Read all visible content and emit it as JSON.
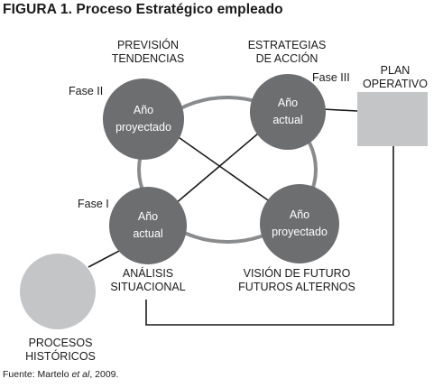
{
  "figure": {
    "title": "FIGURA 1. Proceso Estratégico empleado",
    "source_prefix": "Fuente: Martelo ",
    "source_etal": "et al",
    "source_suffix": ", 2009."
  },
  "labels": {
    "prevision": [
      "PREVISIÓN",
      "TENDENCIAS"
    ],
    "estrategias": [
      "ESTRATEGIAS",
      "DE ACCIÓN"
    ],
    "plan": [
      "PLAN",
      "OPERATIVO"
    ],
    "analisis": [
      "ANÁLISIS",
      "SITUACIONAL"
    ],
    "vision": [
      "VISIÓN DE FUTURO",
      "FUTUROS ALTERNOS"
    ],
    "procesos": [
      "PROCESOS",
      "HISTÓRICOS"
    ]
  },
  "phases": {
    "fase_1": "Fase I",
    "fase_2": "Fase II",
    "fase_3": "Fase III"
  },
  "nodes": {
    "top_left": [
      "Año",
      "proyectado"
    ],
    "top_right": [
      "Año",
      "actual"
    ],
    "bottom_left": [
      "Año",
      "actual"
    ],
    "bottom_right": [
      "Año",
      "proyectado"
    ]
  },
  "colors": {
    "node_fill": "#6d6e70",
    "light_shape_fill": "#c4c5c7",
    "ring_stroke": "#8a8b8d",
    "line_stroke": "#1a1a1a"
  }
}
